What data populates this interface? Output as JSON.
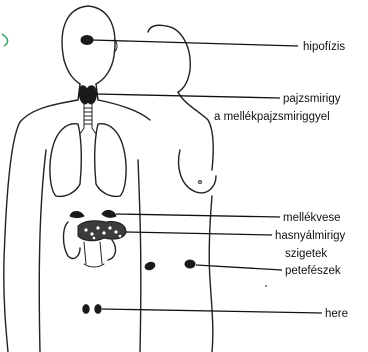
{
  "labels": {
    "pituitary": "hipofízis",
    "thyroid": "pajzsmirigy",
    "parathyroid": "a mellékpajzsmiriggyel",
    "adrenal": "mellékvese",
    "pancreas": "hasnyálmirigy",
    "islets": "szigetek",
    "ovaries": "petefészek",
    "testes": "here"
  },
  "colors": {
    "ink": "#111111",
    "margin_mark": "#3aa36b"
  }
}
